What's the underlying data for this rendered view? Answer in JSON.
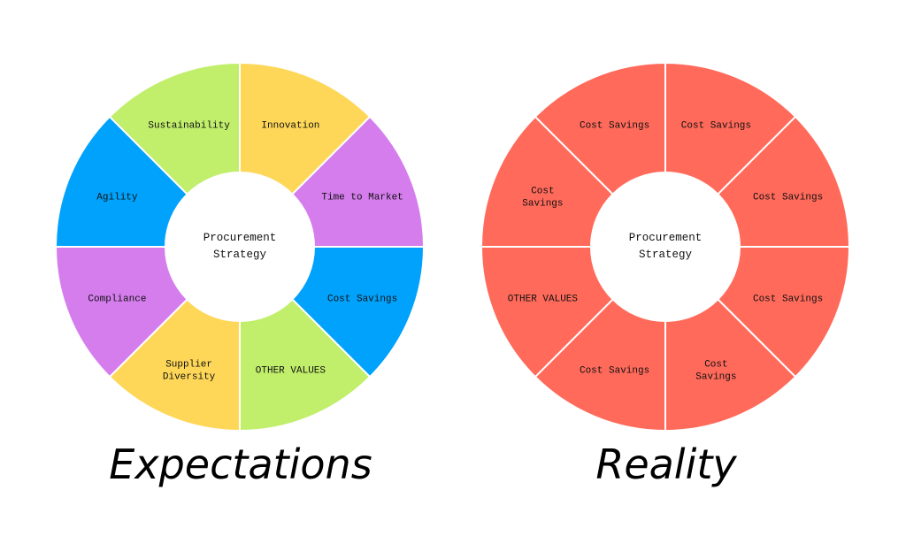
{
  "colors": {
    "green": "#c1ee6b",
    "yellow": "#fed758",
    "purple": "#d57ded",
    "blue": "#00a2fc",
    "red": "#ff6a5b",
    "divider": "#ffffff",
    "center": "#ffffff"
  },
  "diagrams": [
    {
      "id": "expectations",
      "center_label": [
        "Procurement",
        "Strategy"
      ],
      "caption": "Expectations",
      "segments": [
        {
          "label": [
            "Innovation"
          ],
          "color": "yellow"
        },
        {
          "label": [
            "Time to Market"
          ],
          "color": "purple"
        },
        {
          "label": [
            "Cost Savings"
          ],
          "color": "blue"
        },
        {
          "label": [
            "OTHER VALUES"
          ],
          "color": "green"
        },
        {
          "label": [
            "Supplier",
            "Diversity"
          ],
          "color": "yellow"
        },
        {
          "label": [
            "Compliance"
          ],
          "color": "purple"
        },
        {
          "label": [
            "Agility"
          ],
          "color": "blue"
        },
        {
          "label": [
            "Sustainability"
          ],
          "color": "green"
        }
      ]
    },
    {
      "id": "reality",
      "center_label": [
        "Procurement",
        "Strategy"
      ],
      "caption": "Reality",
      "segments": [
        {
          "label": [
            "Cost Savings"
          ],
          "color": "red"
        },
        {
          "label": [
            "Cost Savings"
          ],
          "color": "red"
        },
        {
          "label": [
            "Cost Savings"
          ],
          "color": "red"
        },
        {
          "label": [
            "Cost",
            "Savings"
          ],
          "color": "red"
        },
        {
          "label": [
            "Cost Savings"
          ],
          "color": "red"
        },
        {
          "label": [
            "OTHER VALUES"
          ],
          "color": "red"
        },
        {
          "label": [
            "Cost",
            "Savings"
          ],
          "color": "red"
        },
        {
          "label": [
            "Cost Savings"
          ],
          "color": "red"
        }
      ]
    }
  ]
}
